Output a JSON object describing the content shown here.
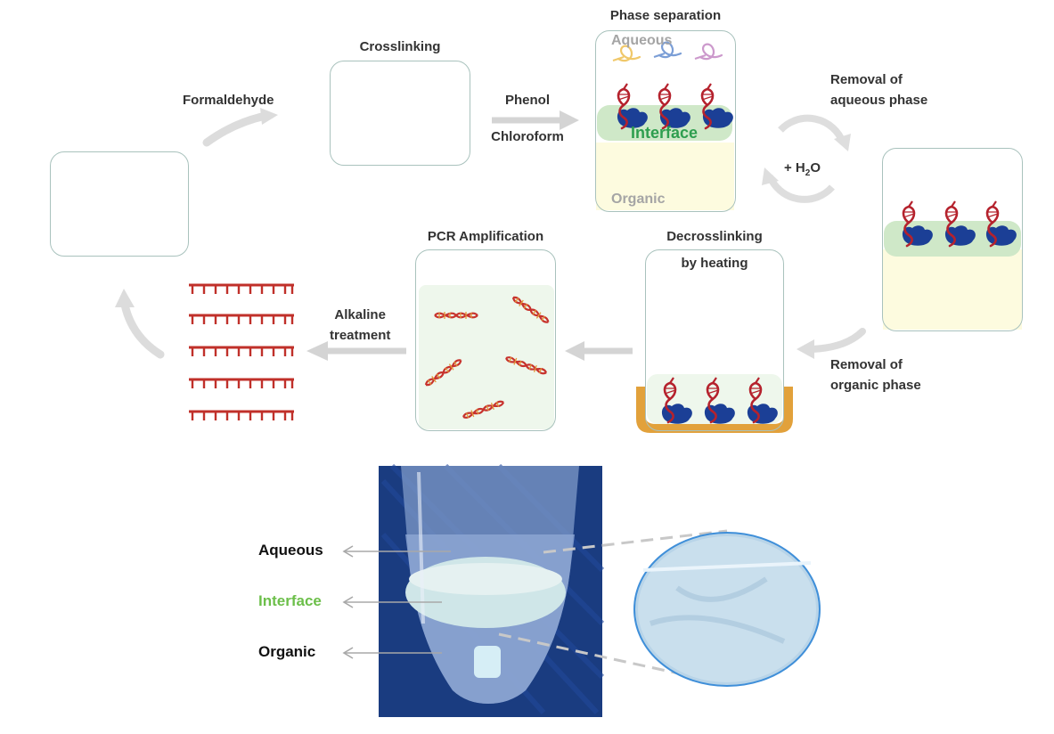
{
  "labels": {
    "formaldehyde": "Formaldehyde",
    "crosslinking": "Crosslinking",
    "phenol": "Phenol",
    "chloroform": "Chloroform",
    "phase_separation": "Phase separation",
    "aqueous_in_panel": "Aqueous",
    "interface_in_panel": "Interface",
    "organic_in_panel": "Organic",
    "removal_aqueous_line1": "Removal of",
    "removal_aqueous_line2": "aqueous phase",
    "plus_h2o_prefix": "+ H",
    "plus_h2o_sub": "2",
    "plus_h2o_suffix": "O",
    "removal_organic_line1": "Removal of",
    "removal_organic_line2": "organic phase",
    "decrosslinking_line1": "Decrosslinking",
    "decrosslinking_line2": "by heating",
    "pcr_amplification": "PCR Amplification",
    "alkaline_line1": "Alkaline",
    "alkaline_line2": "treatment"
  },
  "photo_labels": {
    "aqueous": "Aqueous",
    "interface": "Interface",
    "organic": "Organic"
  },
  "colors": {
    "protein": "#1b3f96",
    "dna_red": "#b5222d",
    "interface_band": "#cfe8c8",
    "interface_text": "#2e9e4f",
    "organic_fill": "#fdfbdf",
    "heating": "#e2a13b",
    "arrow": "#d4d4d4",
    "photo_interface_label": "#6cbf4a",
    "background_blue": "#1a3c80"
  }
}
